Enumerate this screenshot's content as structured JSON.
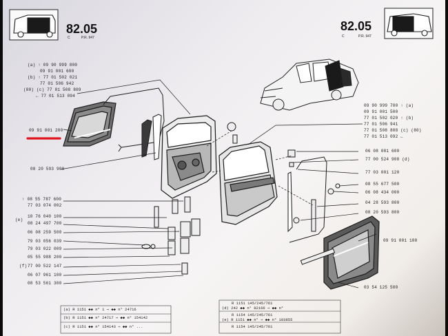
{
  "header": {
    "section_left": "82.05",
    "section_right": "82.05",
    "sub_left_c": "C",
    "sub_left_pr": "P.R. 947",
    "sub_right_c": "C",
    "sub_right_pr": "P.R. 947"
  },
  "left_group_top": {
    "row1": "(a) ↑ 09 90 999 800",
    "row2": "09 91 001 600",
    "row3": "(b) ↑ 77 01 502 021",
    "row4": "77 01 506 942",
    "row5": "(80) (c) 77 01 508 809",
    "row6": "← 77 01 513 094"
  },
  "right_group_top": {
    "row1": "09 90 999 700 ↑ (a)",
    "row2": "09 91 001 500",
    "row3": "77 01 502 020 ↑ (b)",
    "row4": "77 01 506 941",
    "row5": "77 01 508 808 (c) (80)",
    "row6": "77 01 513 092 ←"
  },
  "left_parts": {
    "highlighted": "09 91 001 200",
    "p1": "08 20 593 900",
    "p2a": "↑ 08 55 787 600",
    "p2b": "77 03 074 002",
    "p3": "10 76 040 100",
    "p4": "08 24 497 700",
    "p5": "06 08 259 500",
    "p6": "79 03 056 039",
    "p7": "79 03 022 009",
    "p8": "05 55 988 200",
    "p9": "77 00 522 147",
    "p10": "06 07 961 100",
    "p11": "08 53 561 300",
    "label_e": "(e)",
    "label_f": "(f)"
  },
  "right_parts": {
    "p1": "06 08 081 600",
    "p2": "77 00 524 908 (d)",
    "p3": "77 03 001 120",
    "p4": "08 55 677 500",
    "p5": "06 08 434 000",
    "p6": "04 28 593 800",
    "p7": "08 20 593 800",
    "p8": "09 91 001 100",
    "p9": "03 54 125 500"
  },
  "bottom_table": {
    "left_row1": "(a) R 1151 ◆◆ n° 1 ⇒ ◆◆ n° 24716",
    "left_row2": "(b) R 1151 ◆◆ n° 24717 ⇒ ◆◆ n° 154142",
    "left_row3": "(c) R 1151 ◆◆ n° 154143 ⇒ ◆◆ n° ...",
    "right_row1": "R 1151 145/245/761",
    "right_row2": "(d) 242 ◆◆ n° 82166 ⇒ ◆◆ n°",
    "right_row3": "R 1154 145/245/761",
    "right_row4": "(e) R 1151 ◆◆ n° ⇒ ◆◆ n° 103855",
    "right_row5": "R 1154 145/245/761"
  },
  "colors": {
    "paper": "#f2f0f0",
    "ink": "#1e1c1d",
    "highlight": "#e0141c"
  }
}
